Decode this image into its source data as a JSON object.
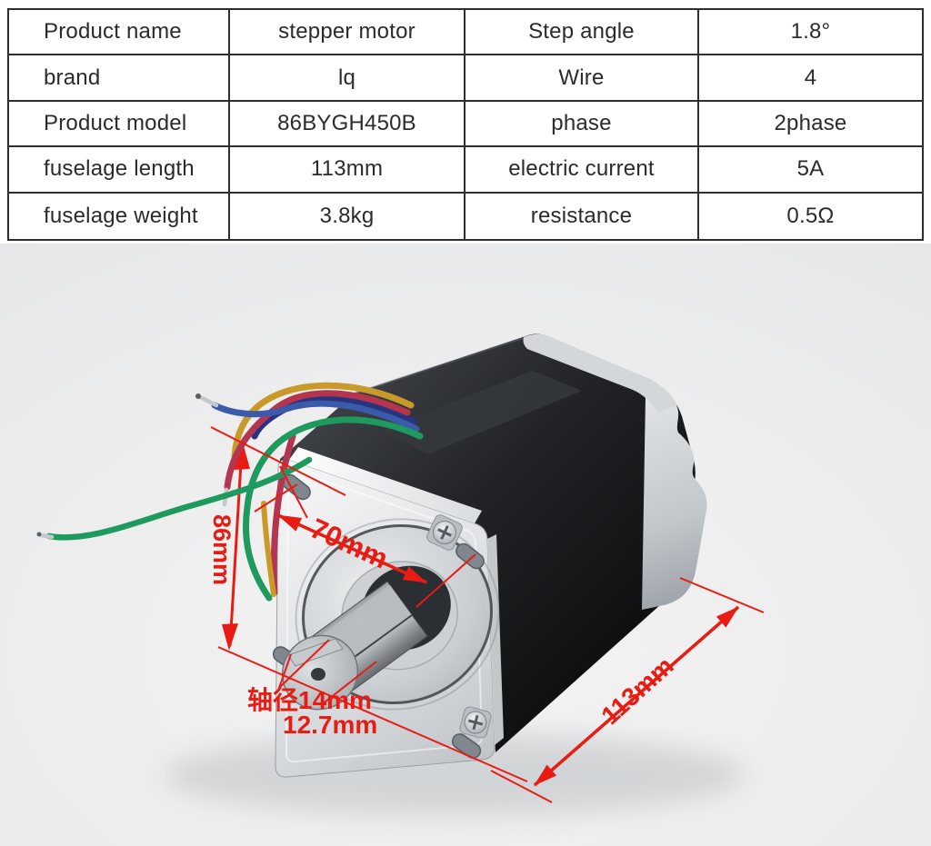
{
  "table": {
    "rows": [
      {
        "c0": "Product name",
        "c1": "stepper motor",
        "c2": "Step angle",
        "c3": "1.8°"
      },
      {
        "c0": "brand",
        "c1": "lq",
        "c2": "Wire",
        "c3": "4"
      },
      {
        "c0": "Product model",
        "c1": "86BYGH450B",
        "c2": "phase",
        "c3": "2phase"
      },
      {
        "c0": "fuselage length",
        "c1": "113mm",
        "c2": "electric current",
        "c3": "5A"
      },
      {
        "c0": "fuselage weight",
        "c1": "3.8kg",
        "c2": "resistance",
        "c3": "0.5Ω"
      }
    ]
  },
  "photo": {
    "dims": {
      "flange_height": "86mm",
      "bolt_spacing": "70mm",
      "shaft_diameter": "轴径14mm",
      "shaft_step": "12.7mm",
      "body_length": "113mm"
    },
    "colors": {
      "annotation_red": "#e81c13",
      "wire_green": "#1e9a5f",
      "wire_crimson": "#b5344f",
      "wire_blue": "#3b5aa9",
      "wire_navy": "#27357e",
      "wire_yellow": "#c99a2a"
    }
  }
}
